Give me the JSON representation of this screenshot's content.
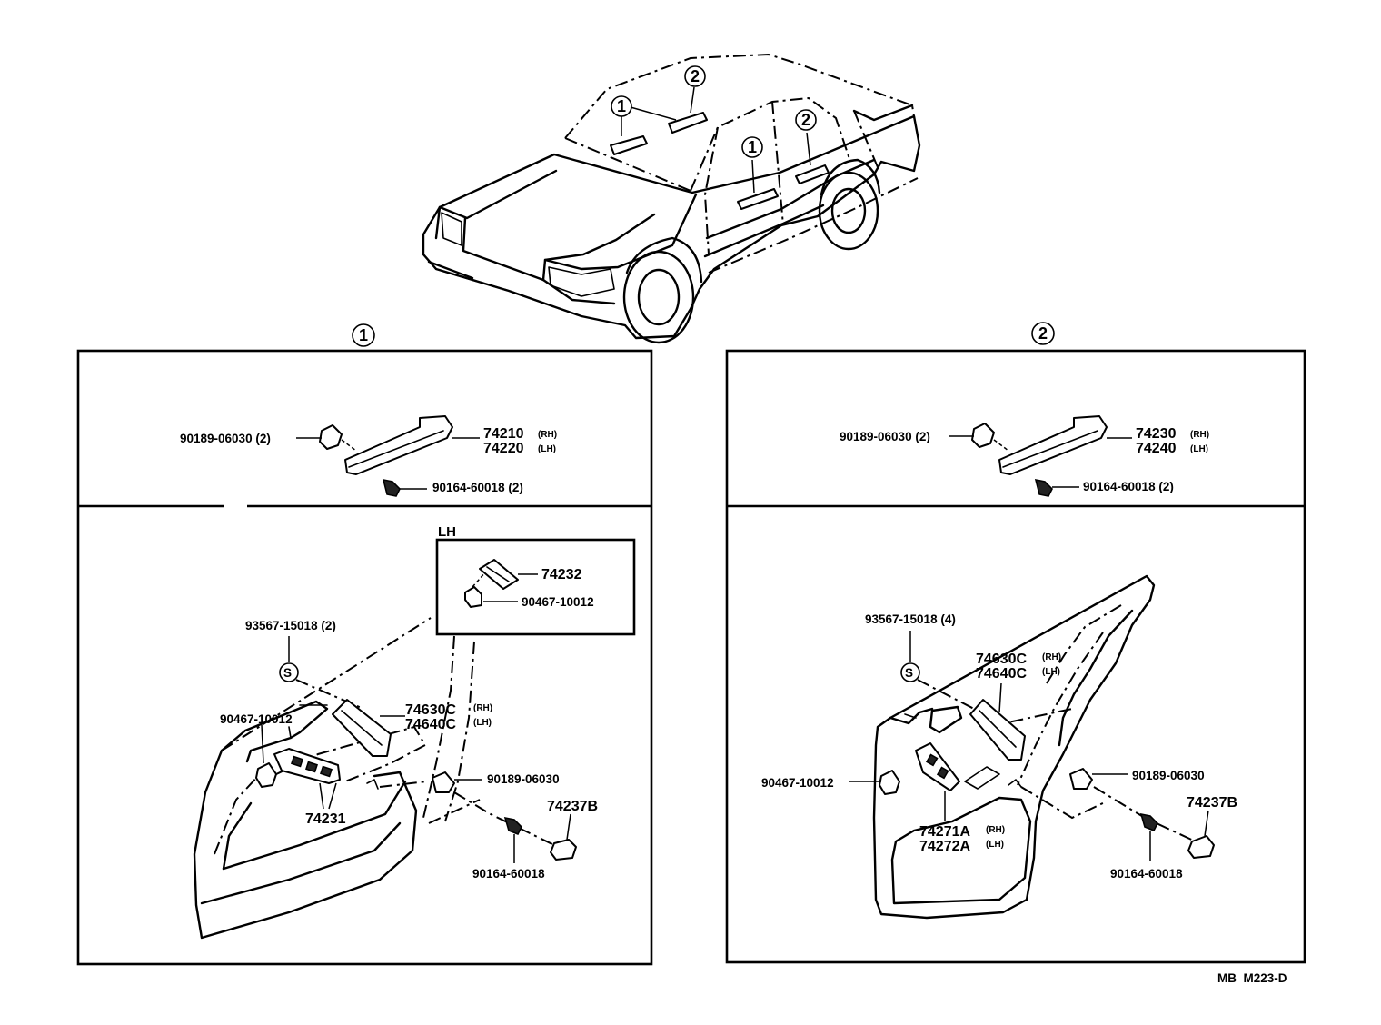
{
  "callouts": {
    "one": "1",
    "two": "2"
  },
  "panel1": {
    "top": {
      "clip": "90189-06030 (2)",
      "grip_rh": "74210",
      "grip_lh": "74220",
      "rh": "(RH)",
      "lh": "(LH)",
      "screw": "90164-60018 (2)"
    },
    "bottom": {
      "inset_title": "LH",
      "inset_part": "74232",
      "inset_clip": "90467-10012",
      "sealer": "93567-15018 (2)",
      "sealer_symbol": "S",
      "clip_left": "90467-10012",
      "pull_rh": "74630C",
      "pull_lh": "74640C",
      "rh": "(RH)",
      "lh": "(LH)",
      "retainer": "90189-06030",
      "switch_base": "74231",
      "cover": "74237B",
      "screw": "90164-60018"
    }
  },
  "panel2": {
    "top": {
      "clip": "90189-06030 (2)",
      "grip_rh": "74230",
      "grip_lh": "74240",
      "rh": "(RH)",
      "lh": "(LH)",
      "screw": "90164-60018 (2)"
    },
    "bottom": {
      "sealer": "93567-15018 (4)",
      "sealer_symbol": "S",
      "pull_rh": "74630C",
      "pull_lh": "74640C",
      "rh": "(RH)",
      "lh": "(LH)",
      "clip_left": "90467-10012",
      "retainer": "90189-06030",
      "cover": "74237B",
      "base_rh": "74271A",
      "base_lh": "74272A",
      "screw": "90164-60018"
    }
  },
  "footer_code": "MB  M223-D"
}
